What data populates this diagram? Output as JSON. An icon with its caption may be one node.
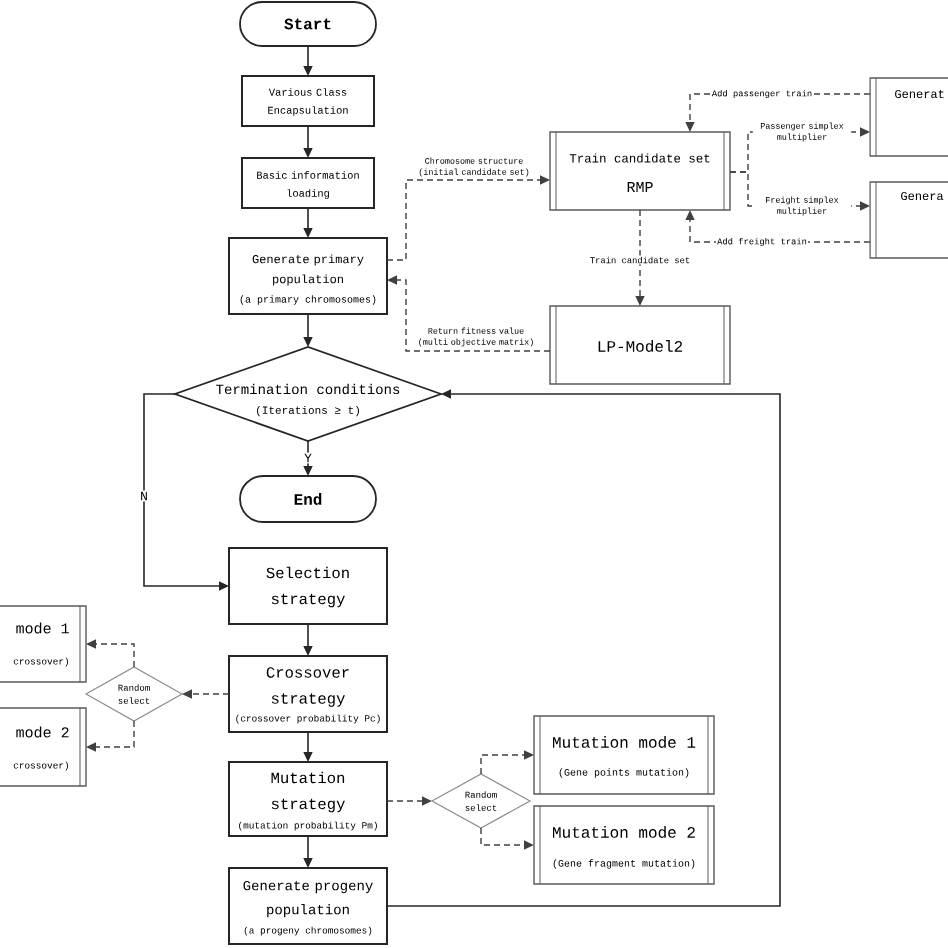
{
  "diagram": {
    "nodes": [
      {
        "text": [
          "Start"
        ]
      },
      {
        "text": [
          "Various Class Encapsulation"
        ]
      },
      {
        "text": [
          "Basic information loading"
        ]
      },
      {
        "text": [
          "Generate primary population",
          "(a primary chromosomes)"
        ]
      },
      {
        "text": [
          "Train candidate set",
          "RMP"
        ]
      },
      {
        "text": [
          "Generat"
        ]
      },
      {
        "text": [
          "Genera"
        ]
      },
      {
        "text": [
          "LP-Model2"
        ]
      },
      {
        "text": [
          "Termination conditions",
          "(Iterations ≥ t)"
        ]
      },
      {
        "text": [
          "End"
        ]
      },
      {
        "text": [
          "Selection strategy"
        ]
      },
      {
        "text": [
          "mode 1",
          "crossover)"
        ]
      },
      {
        "text": [
          "Crossover strategy",
          "(crossover probability Pc)"
        ]
      },
      {
        "text": [
          "Random select"
        ]
      },
      {
        "text": [
          "mode 2",
          "crossover)"
        ]
      },
      {
        "text": [
          "Mutation strategy",
          "(mutation probability Pm)"
        ]
      },
      {
        "text": [
          "Random select"
        ]
      },
      {
        "text": [
          "Mutation mode 1",
          "(Gene points mutation)"
        ]
      },
      {
        "text": [
          "Mutation mode 2",
          "(Gene fragment mutation)"
        ]
      },
      {
        "text": [
          "Generate progeny population",
          "(a progeny chromosomes)"
        ]
      }
    ],
    "edges": [
      {
        "from": 0,
        "to": 1,
        "arrow": "to"
      },
      {
        "from": 1,
        "to": 2,
        "arrow": "to"
      },
      {
        "from": 2,
        "to": 3,
        "arrow": "to"
      },
      {
        "from": 3,
        "to": 8,
        "arrow": "to"
      },
      {
        "from": 3,
        "to": 4,
        "arrow": "to",
        "style": "dashed",
        "label": "Chromosome structure (initial candidate set)"
      },
      {
        "from": 7,
        "to": 3,
        "arrow": "to",
        "style": "dashed",
        "label": "Return fitness value (multi objective matrix)"
      },
      {
        "from": 4,
        "to": 7,
        "arrow": "to",
        "style": "dashed",
        "label": "Train candidate set"
      },
      {
        "from": 5,
        "to": 4,
        "arrow": "to",
        "style": "dashed",
        "label": "Add passenger train"
      },
      {
        "from": 4,
        "to": 5,
        "arrow": "to",
        "style": "dashed",
        "label": "Passenger simplex multiplier"
      },
      {
        "from": 4,
        "to": 6,
        "arrow": "to",
        "style": "dashed",
        "label": "Freight simplex multiplier"
      },
      {
        "from": 6,
        "to": 4,
        "arrow": "to",
        "style": "dashed",
        "label": "Add freight train"
      },
      {
        "from": 8,
        "to": 9,
        "arrow": "to",
        "label": "Y"
      },
      {
        "from": 8,
        "to": 10,
        "arrow": "to",
        "label": "N"
      },
      {
        "from": 10,
        "to": 12,
        "arrow": "to"
      },
      {
        "from": 12,
        "to": 13,
        "arrow": "to",
        "style": "dashed"
      },
      {
        "from": 13,
        "to": 11,
        "arrow": "to",
        "style": "dashed"
      },
      {
        "from": 13,
        "to": 14,
        "arrow": "to",
        "style": "dashed"
      },
      {
        "from": 12,
        "to": 15,
        "arrow": "to"
      },
      {
        "from": 15,
        "to": 16,
        "arrow": "to",
        "style": "dashed"
      },
      {
        "from": 16,
        "to": 17,
        "arrow": "to",
        "style": "dashed"
      },
      {
        "from": 16,
        "to": 18,
        "arrow": "to",
        "style": "dashed"
      },
      {
        "from": 15,
        "to": 19,
        "arrow": "to"
      },
      {
        "from": 19,
        "to": 8,
        "arrow": "to"
      }
    ]
  }
}
